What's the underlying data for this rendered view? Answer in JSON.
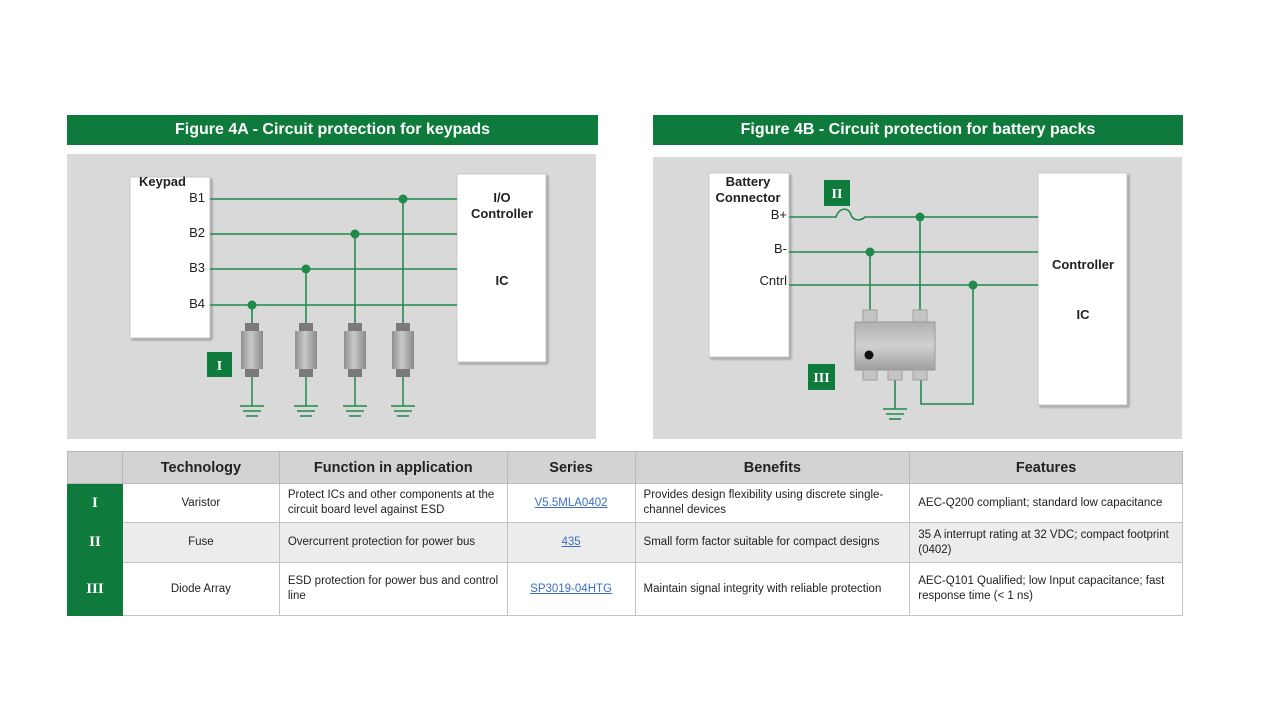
{
  "figure_a": {
    "title": "Figure 4A - Circuit protection for keypads",
    "keypad_label": "Keypad",
    "buttons": [
      "B1",
      "B2",
      "B3",
      "B4"
    ],
    "controller_title": "I/O\nController",
    "controller_ic": "IC",
    "badge": "I"
  },
  "figure_b": {
    "title": "Figure 4B - Circuit protection for battery packs",
    "connector_label": "Battery\nConnector",
    "pins": [
      "B+",
      "B-",
      "Cntrl"
    ],
    "controller_title": "Controller",
    "controller_ic": "IC",
    "badge_fuse": "II",
    "badge_diode": "III"
  },
  "table": {
    "headers": [
      "",
      "Technology",
      "Function  in application",
      "Series",
      "Benefits",
      "Features"
    ],
    "rows": [
      {
        "id": "I",
        "technology": "Varistor",
        "function": "Protect ICs and other components at the circuit board level against ESD",
        "series": "V5.5MLA0402",
        "benefits": "Provides design flexibility using discrete single-channel devices",
        "features": "AEC-Q200 compliant; standard low capacitance"
      },
      {
        "id": "II",
        "technology": "Fuse",
        "function": "Overcurrent protection for power bus",
        "series": "435",
        "benefits": "Small form factor suitable for compact designs",
        "features": "35 A interrupt rating at 32 VDC; compact footprint (0402)"
      },
      {
        "id": "III",
        "technology": "Diode Array",
        "function": "ESD protection for power bus and control line",
        "series": "SP3019-04HTG",
        "benefits": "Maintain signal integrity with reliable protection",
        "features": "AEC-Q101 Qualified; low Input capacitance; fast response time (< 1 ns)"
      }
    ]
  },
  "colors": {
    "brand_green": "#0e7a3b",
    "wire_green": "#1f8a4c",
    "panel_gray": "#d9d9d9"
  }
}
